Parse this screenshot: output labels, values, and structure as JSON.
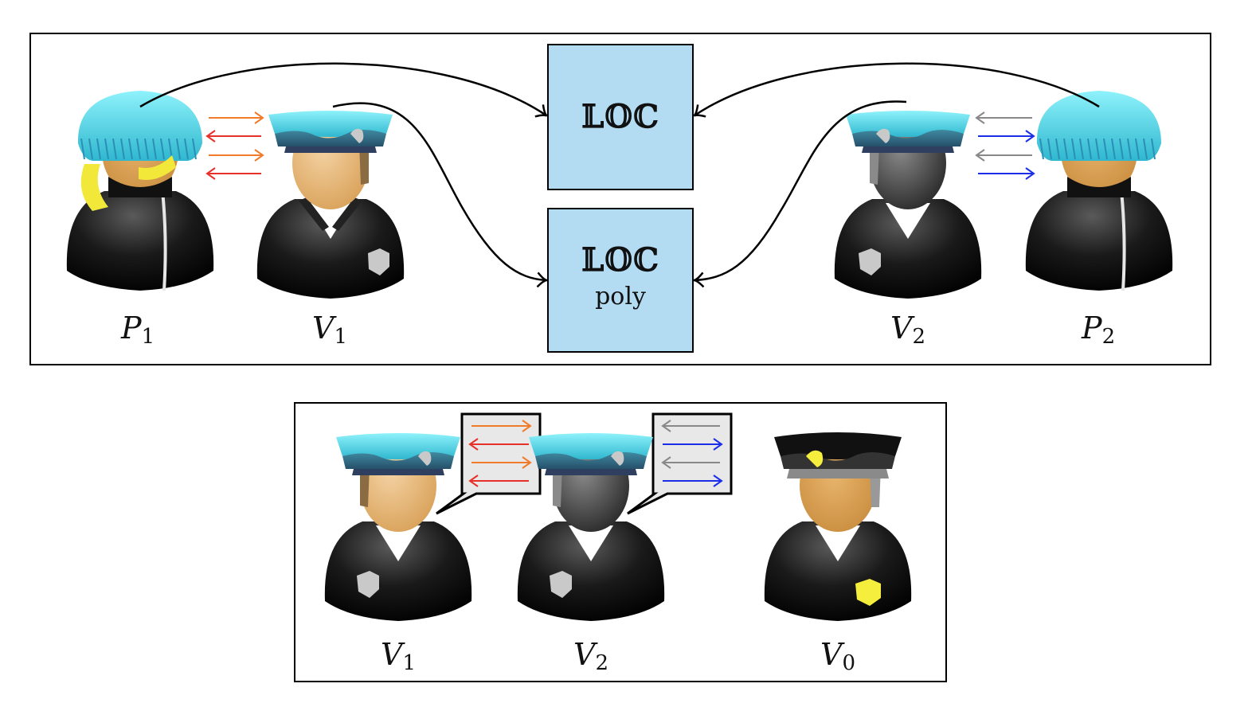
{
  "top_panel": {
    "boxes": {
      "loc": "𝕃𝕆ℂ",
      "loc_poly_title": "𝕃𝕆ℂ",
      "loc_poly_sub": "poly"
    },
    "labels": {
      "p1_main": "P",
      "p1_sub": "1",
      "v1_main": "V",
      "v1_sub": "1",
      "v2_main": "V",
      "v2_sub": "2",
      "p2_main": "P",
      "p2_sub": "2"
    }
  },
  "bottom_panel": {
    "labels": {
      "v1_main": "V",
      "v1_sub": "1",
      "v2_main": "V",
      "v2_sub": "2",
      "v0_main": "V",
      "v0_sub": "0"
    }
  },
  "colors": {
    "box_fill": "#b3dcf3",
    "hat_cyan": "#5fdcef",
    "arrow_orange": "#f07b2a",
    "arrow_red": "#e8302a",
    "arrow_gray": "#888888",
    "arrow_blue": "#1a2ee8",
    "badge_yellow": "#f6ee3c"
  }
}
